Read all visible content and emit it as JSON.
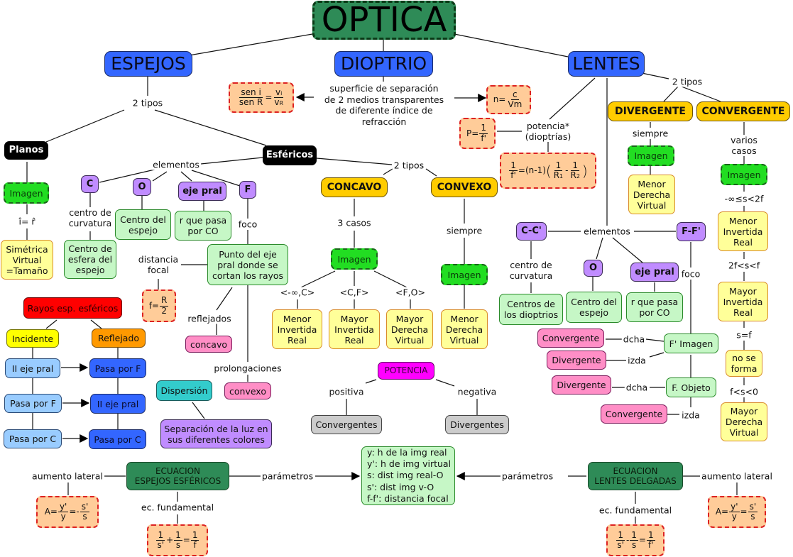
{
  "root": "OPTICA",
  "espejos": {
    "title": "ESPEJOS",
    "tipos_label": "2 tipos",
    "planos": {
      "title": "Planos",
      "imagen": "Imagen",
      "relation": "î= r̂",
      "result": [
        "Simétrica",
        "Virtual",
        "=Tamaño"
      ]
    },
    "esfericos": {
      "title": "Esféricos",
      "elementos_label": "elementos",
      "tipos_label": "2 tipos",
      "elementos": [
        {
          "key": "C",
          "link": "centro de curvatura",
          "desc": "Centro de esfera del espejo"
        },
        {
          "key": "O",
          "link": "",
          "desc": "Centro del espejo"
        },
        {
          "key": "eje pral",
          "link": "",
          "desc": "r que pasa por CO"
        },
        {
          "key": "F",
          "link": "foco",
          "desc": "Punto del eje pral donde se cortan los rayos"
        }
      ],
      "distancia_focal_label": "distancia focal",
      "focal_formula": {
        "lhs": "f=",
        "num": "R",
        "den": "2"
      },
      "reflejados_label": "reflejados",
      "reflejados_value": "concavo",
      "prolongaciones_label": "prolongaciones",
      "prolongaciones_value": "convexo",
      "concavo": {
        "title": "CONCAVO",
        "casos_label": "3 casos",
        "imagen": "Imagen",
        "casos": [
          {
            "range": "<-∞,C>",
            "result": "Menor Invertida Real"
          },
          {
            "range": "<C,F>",
            "result": "Mayor Invertida Real"
          },
          {
            "range": "<F,O>",
            "result": "Mayor Derecha Virtual"
          }
        ]
      },
      "convexo": {
        "title": "CONVEXO",
        "siempre_label": "siempre",
        "imagen": "Imagen",
        "result": "Menor Derecha Virtual"
      }
    }
  },
  "dioptrio": {
    "title": "DIOPTRIO",
    "description": [
      "superficie de separación",
      "de 2 medios transparentes",
      "de diferente índice de refracción"
    ],
    "snell": {
      "num1": "sen i",
      "den1": "sen R",
      "num2": "v",
      "sub2": "i",
      "den2": "v",
      "sub_den2": "R"
    },
    "indice": {
      "lhs": "n=",
      "num": "c",
      "den": "Vm"
    }
  },
  "lentes": {
    "title": "LENTES",
    "tipos_label": "2 tipos",
    "potencia_label": "potencia* (dioptrías)",
    "potencia_formula": {
      "lhs": "P=",
      "num": "1",
      "den": "f'"
    },
    "lensmaker": {
      "num": "1",
      "den": "f'",
      "mid": "=(n-1)",
      "r1": "R",
      "r1sub": "1",
      "r2": "R",
      "r2sub": "2"
    },
    "divergente": {
      "title": "DIVERGENTE",
      "siempre_label": "siempre",
      "imagen": "Imagen",
      "result": "Menor Derecha Virtual"
    },
    "convergente": {
      "title": "CONVERGENTE",
      "casos_label": "varios casos",
      "imagen": "Imagen",
      "casos": [
        {
          "range": "-∞≤s<2f",
          "result": "Menor Invertida Real"
        },
        {
          "range": "2f<s<f",
          "result": "Mayor Invertida Real"
        },
        {
          "range": "s=f",
          "result": "no se forma"
        },
        {
          "range": "f<s<0",
          "result": "Mayor Derecha Virtual"
        }
      ]
    },
    "elementos_label": "elementos",
    "elementos": [
      {
        "key": "C-C'",
        "link": "centro de curvatura",
        "desc": "Centros de los dioptrios"
      },
      {
        "key": "O",
        "link": "",
        "desc": "Centro del espejo"
      },
      {
        "key": "eje pral",
        "link": "",
        "desc": "r que pasa por CO"
      },
      {
        "key": "F-F'",
        "link": "foco",
        "desc": ""
      }
    ],
    "f_imagen": {
      "title": "F' Imagen",
      "dcha_label": "dcha",
      "dcha_value": "Convergente",
      "izda_label": "izda",
      "izda_value": "Divergente"
    },
    "f_objeto": {
      "title": "F. Objeto",
      "dcha_label": "dcha",
      "dcha_value": "Divergente",
      "izda_label": "izda",
      "izda_value": "Convergente"
    }
  },
  "rayos": {
    "title": "Rayos esp. esféricos",
    "incidente": "Incidente",
    "reflejado": "Reflejado",
    "pairs": [
      {
        "in": "II eje pral",
        "out": "Pasa por F"
      },
      {
        "in": "Pasa por F",
        "out": "II eje pral"
      },
      {
        "in": "Pasa por C",
        "out": "Pasa por C"
      }
    ]
  },
  "dispersion": {
    "title": "Dispersión",
    "desc": "Separación de la luz en sus diferentes colores"
  },
  "potencia": {
    "title": "POTENCIA",
    "positiva_label": "positiva",
    "positiva_value": "Convergentes",
    "negativa_label": "negativa",
    "negativa_value": "Divergentes"
  },
  "ecuacion_espejos": {
    "title": [
      "ECUACION",
      "ESPEJOS ESFÉRICOS"
    ],
    "aumento_label": "aumento lateral",
    "aumento": {
      "lhs": "A=",
      "n1": "y'",
      "d1": "y",
      "mid": "=-",
      "n2": "s'",
      "d2": "s"
    },
    "fundamental_label": "ec. fundamental",
    "fundamental": {
      "n1": "1",
      "d1": "s'",
      "op": "+",
      "n2": "1",
      "d2": "s",
      "n3": "1",
      "d3": "f"
    },
    "parametros_label": "parámetros"
  },
  "ecuacion_lentes": {
    "title": [
      "ECUACION",
      "LENTES DELGADAS"
    ],
    "aumento_label": "aumento lateral",
    "aumento": {
      "lhs": "A=",
      "n1": "y'",
      "d1": "y",
      "mid": "=",
      "n2": "s'",
      "d2": "s"
    },
    "fundamental_label": "ec. fundamental",
    "fundamental": {
      "n1": "1",
      "d1": "s'",
      "op": "-",
      "n2": "1",
      "d2": "s",
      "n3": "1",
      "d3": "f'"
    },
    "parametros_label": "parámetros"
  },
  "parametros": [
    "y: h de la img real",
    "y': h de img virtual",
    "s: dist img real-O",
    "s': dist img v-O",
    "f-f': distancia focal"
  ]
}
